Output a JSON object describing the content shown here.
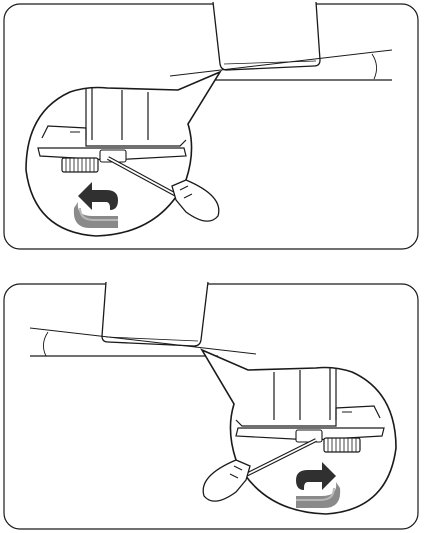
{
  "colors": {
    "line": "#1a1a1a",
    "white": "#ffffff",
    "arrow_dark": "#303030",
    "arrow_mid": "#8a8a8a",
    "arrow_light": "#b8b8b8"
  },
  "panels": [
    {
      "name": "panel-top",
      "arrow_direction": "left",
      "tilt": "lower-right"
    },
    {
      "name": "panel-bottom",
      "arrow_direction": "right",
      "tilt": "lower-left"
    }
  ]
}
